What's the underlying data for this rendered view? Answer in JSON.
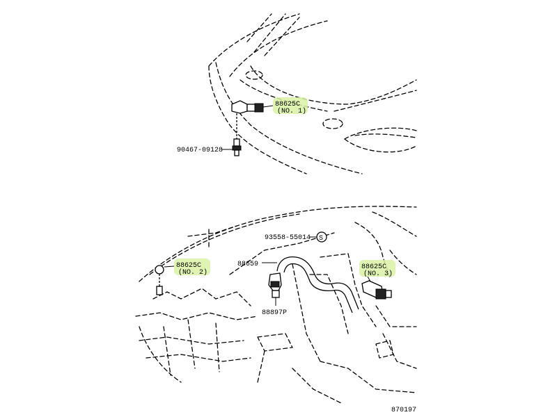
{
  "labels": {
    "n1_part": "88625C",
    "n1_no": "(NO. 1)",
    "bolt": "90467-09128",
    "screw": "93558-55014",
    "screw_mark": "S",
    "n2_part": "88625C",
    "n2_no": "(NO. 2)",
    "hose": "88659",
    "n3_part": "88625C",
    "n3_no": "(NO. 3)",
    "valve": "88897P",
    "diagram_no": "870197"
  },
  "colors": {
    "highlight": "#d9f2a6",
    "ink": "#000000"
  }
}
